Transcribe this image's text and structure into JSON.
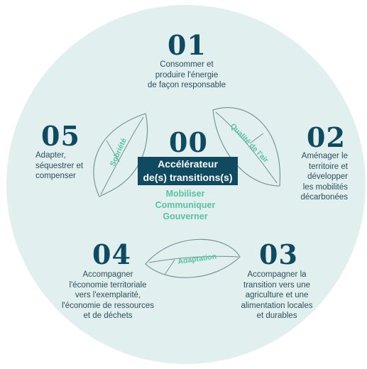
{
  "center": {
    "number": "00",
    "title_line1": "Accélérateur",
    "title_line2": "de(s) transitions(s)",
    "actions": [
      "Mobiliser",
      "Communiquer",
      "Gouverner"
    ]
  },
  "axes": [
    {
      "number": "01",
      "lines": [
        "Consommer et",
        "produire l'énergie",
        "de façon responsable"
      ]
    },
    {
      "number": "02",
      "lines": [
        "Aménager le",
        "territoire et",
        "développer",
        "les mobilités",
        "décarbonées"
      ]
    },
    {
      "number": "03",
      "lines": [
        "Accompagner la",
        "transition vers une",
        "agriculture et une",
        "alimentation locales",
        "et durables"
      ]
    },
    {
      "number": "04",
      "lines": [
        "Accompagner",
        "l'économie territoriale",
        "vers l'exemplarité,",
        "l'économie de ressources",
        "et de déchets"
      ]
    },
    {
      "number": "05",
      "lines": [
        "Adapter,",
        "séquestrer et",
        "compenser"
      ]
    }
  ],
  "leaves": {
    "sobriety": "Sobriété",
    "air_quality": "Qualité de l'air",
    "adaptation": "Adaptation"
  },
  "colors": {
    "circle": "#e1efee",
    "navy": "#0f4a60",
    "green": "#57c39f",
    "text": "#2a4f5c",
    "leaf_stroke": "#6f8f94"
  }
}
